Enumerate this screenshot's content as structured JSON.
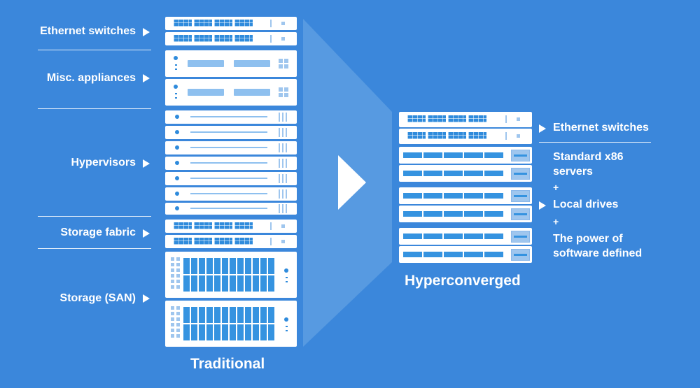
{
  "left_labels": [
    {
      "text": "Ethernet switches"
    },
    {
      "text": "Misc. appliances"
    },
    {
      "text": "Hypervisors"
    },
    {
      "text": "Storage fabric"
    },
    {
      "text": "Storage (SAN)"
    }
  ],
  "left_caption": "Traditional",
  "right_labels": {
    "ethernet": "Ethernet switches",
    "standard1": "Standard x86",
    "standard2": "servers",
    "plus1": "+",
    "local": "Local drives",
    "plus2": "+",
    "power1": "The power of",
    "power2": "software defined"
  },
  "right_caption": "Hyperconverged",
  "colors": {
    "background": "#3b87db",
    "rack": "#ffffff",
    "accent": "#2f8bdc"
  }
}
